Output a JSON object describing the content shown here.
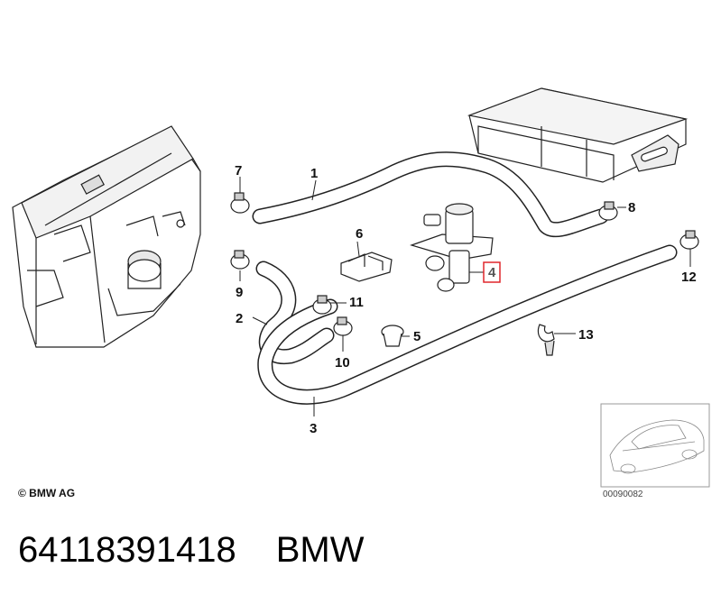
{
  "callouts": {
    "c1": "1",
    "c2": "2",
    "c3": "3",
    "c4": "4",
    "c5": "5",
    "c6": "6",
    "c7": "7",
    "c8": "8",
    "c9": "9",
    "c10": "10",
    "c11": "11",
    "c12": "12",
    "c13": "13"
  },
  "highlight_color": "#e0262b",
  "copyright": "© BMW AG",
  "drawing_number": "00090082",
  "part_number": "64118391418",
  "brand": "BMW"
}
